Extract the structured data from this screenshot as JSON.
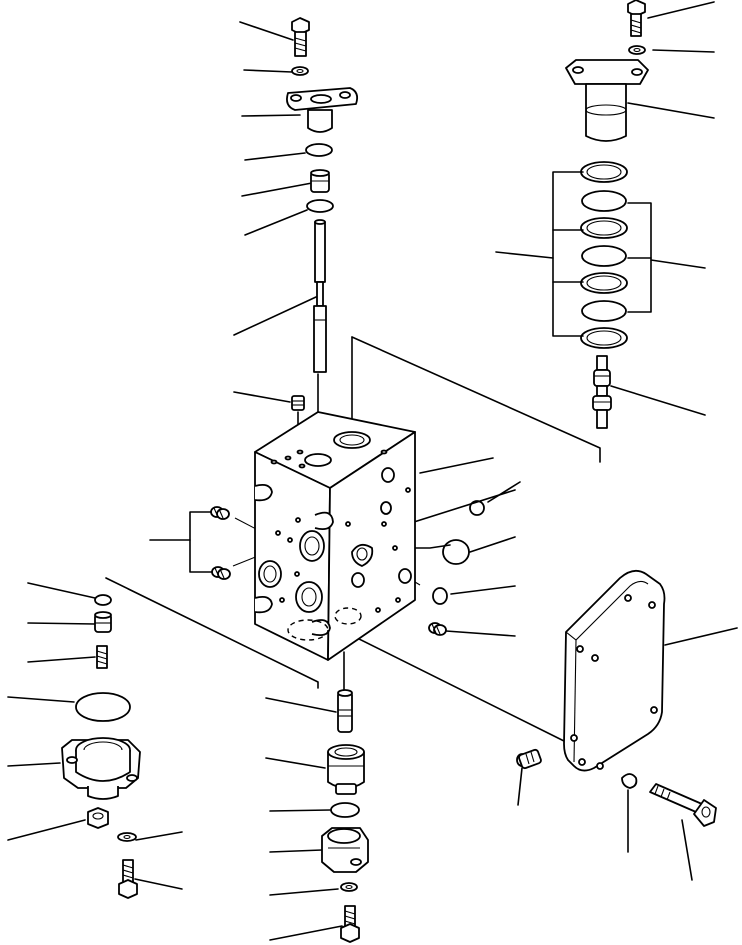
{
  "diagram": {
    "kind": "exploded-parts-view",
    "parts": [
      "bolt-top-left",
      "washer-top-left",
      "flange-top-left",
      "o-ring-1",
      "plug-small",
      "o-ring-2",
      "valve-spool",
      "plug-lower",
      "valve-body",
      "bolt-top-right",
      "washer-top-right",
      "cover-top-right",
      "seal-stack",
      "relief-valve",
      "o-ring-side-1",
      "o-ring-side-2",
      "o-ring-side-3",
      "plug-side",
      "plugs-left-pair",
      "washer-left",
      "nipple-left",
      "plug-left",
      "o-ring-large-left",
      "flange-left",
      "nut-left",
      "washer-left-bottom",
      "bolt-left-bottom",
      "plug-bottom",
      "valve-bottom",
      "o-ring-bottom",
      "flange-bottom",
      "washer-bottom",
      "bolt-bottom",
      "cover-plate-right",
      "plug-cover",
      "snap-ring-cover",
      "bolt-cover"
    ]
  }
}
